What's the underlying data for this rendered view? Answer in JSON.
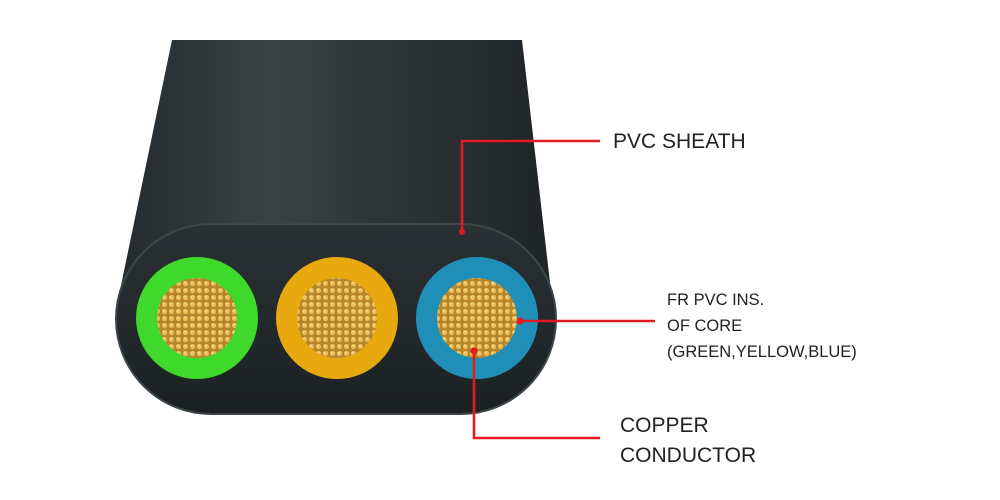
{
  "labels": {
    "sheath": "PVC SHEATH",
    "insulation": [
      "FR PVC INS.",
      "OF CORE",
      "(GREEN,YELLOW,BLUE)"
    ],
    "conductor": [
      "COPPER",
      "CONDUCTOR"
    ]
  },
  "cores": [
    {
      "color": "green",
      "insulation_hex": "#3fd92c"
    },
    {
      "color": "yellow",
      "insulation_hex": "#e8a90e"
    },
    {
      "color": "blue",
      "insulation_hex": "#1f8fb8"
    }
  ],
  "colors": {
    "sheath": "#2b3134",
    "leader_line": "#e21b23",
    "copper": "#d9a640"
  }
}
